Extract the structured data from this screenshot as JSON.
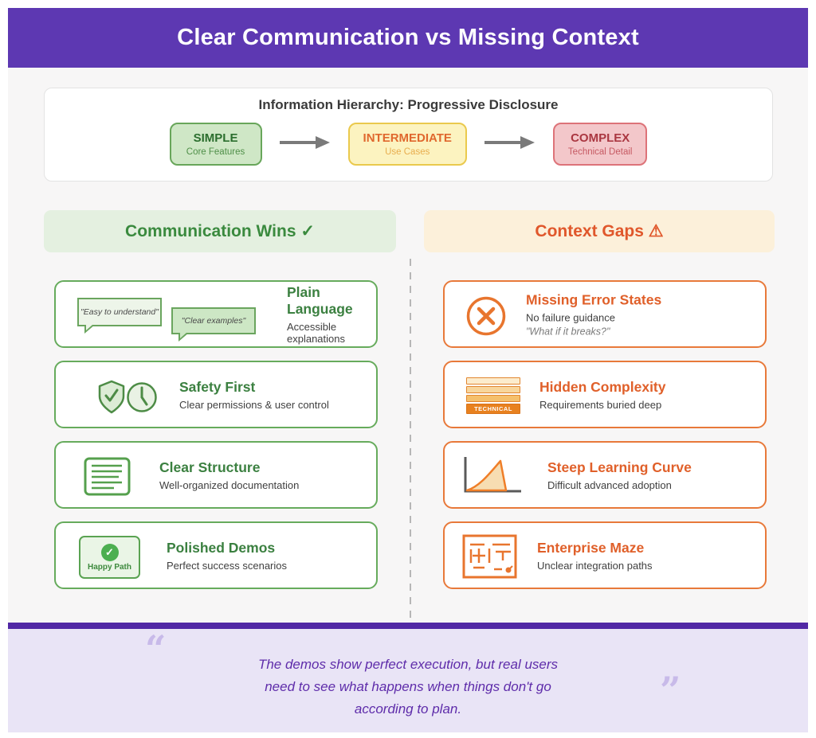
{
  "header": {
    "title": "Clear Communication vs Missing Context"
  },
  "hierarchy": {
    "title": "Information Hierarchy: Progressive Disclosure",
    "stages": [
      {
        "label": "SIMPLE",
        "sublabel": "Core Features"
      },
      {
        "label": "INTERMEDIATE",
        "sublabel": "Use Cases"
      },
      {
        "label": "COMPLEX",
        "sublabel": "Technical Detail"
      }
    ]
  },
  "left_column": {
    "header": "Communication Wins ✓",
    "cards": [
      {
        "title": "Plain Language",
        "subtitle": "Accessible explanations",
        "bubble1": "\"Easy to understand\"",
        "bubble2": "\"Clear examples\""
      },
      {
        "title": "Safety First",
        "subtitle": "Clear permissions & user control"
      },
      {
        "title": "Clear Structure",
        "subtitle": "Well-organized documentation"
      },
      {
        "title": "Polished Demos",
        "subtitle": "Perfect success scenarios",
        "badge": "Happy Path",
        "check_glyph": "✓"
      }
    ]
  },
  "right_column": {
    "header": "Context Gaps ⚠",
    "cards": [
      {
        "title": "Missing Error States",
        "subtitle": "No failure guidance",
        "quote": "\"What if it breaks?\""
      },
      {
        "title": "Hidden Complexity",
        "subtitle": "Requirements buried deep",
        "layer_label": "TECHNICAL"
      },
      {
        "title": "Steep Learning Curve",
        "subtitle": "Difficult advanced adoption"
      },
      {
        "title": "Enterprise Maze",
        "subtitle": "Unclear integration paths"
      }
    ]
  },
  "footer": {
    "lines": [
      "The demos show perfect execution, but real users",
      "need to see what happens when things don't go",
      "according to plan."
    ],
    "open_quote_glyph": "“",
    "close_quote_glyph": "”"
  },
  "colors": {
    "header_purple": "#5d38b2",
    "divider_purple": "#5128a5",
    "footer_lavender": "#e9e4f6",
    "quote_text_purple": "#5e2caa",
    "win_green": "#3a8a3e",
    "win_green_bg": "#e4f0e0",
    "gap_orange": "#e0572b",
    "gap_orange_bg": "#fcf0da",
    "simple_green_bg": "#cfe7c6",
    "intermediate_yellow_bg": "#fcf3c0",
    "complex_pink_bg": "#f3c7ca",
    "content_gray_bg": "#f7f6f6"
  }
}
